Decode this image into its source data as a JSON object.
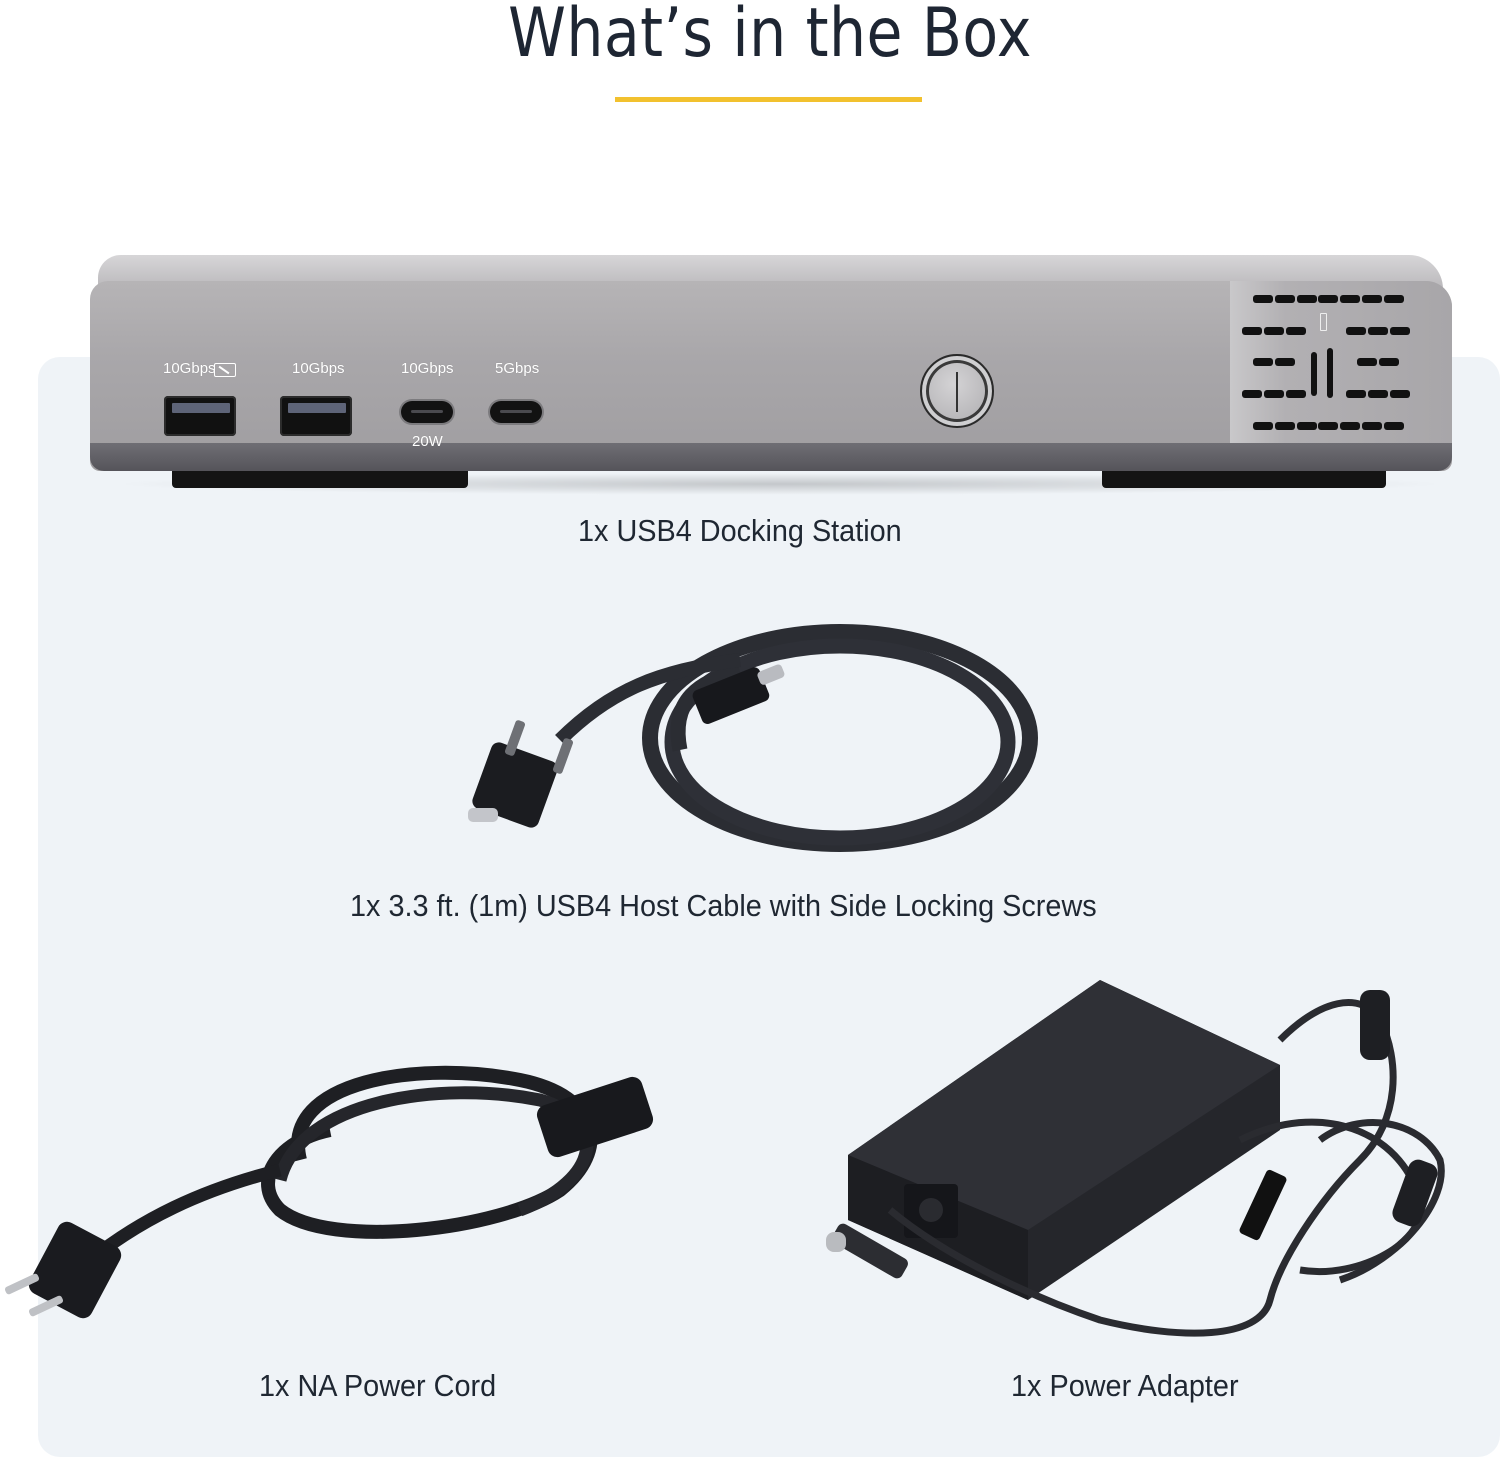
{
  "header": {
    "title": "What’s in the Box",
    "accent_color": "#f2c12e",
    "title_color": "#1e2633"
  },
  "panel": {
    "background": "#eff3f7"
  },
  "items": [
    {
      "caption": "1x USB4 Docking Station",
      "image": "docking-station",
      "ports": [
        {
          "type": "usb-a",
          "label": "10Gbps",
          "badge": "charging-icon"
        },
        {
          "type": "usb-a",
          "label": "10Gbps"
        },
        {
          "type": "usb-c",
          "label": "10Gbps",
          "sublabel": "20W"
        },
        {
          "type": "usb-c",
          "label": "5Gbps"
        }
      ],
      "features": [
        "power-button",
        "side-vents",
        "lock-slot",
        "lock-icon"
      ]
    },
    {
      "caption": "1x 3.3 ft. (1m) USB4 Host Cable with Side Locking Screws",
      "image": "usb4-cable"
    },
    {
      "caption": "1x NA Power Cord",
      "image": "power-cord"
    },
    {
      "caption": "1x Power Adapter",
      "image": "power-adapter"
    }
  ]
}
